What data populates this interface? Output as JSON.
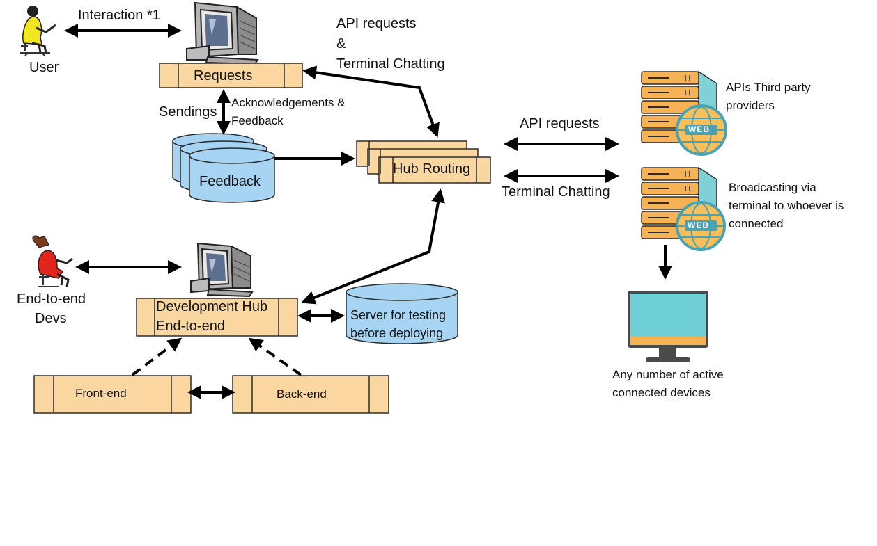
{
  "diagram": {
    "actors": {
      "user": "User",
      "devs_line1": "End-to-end",
      "devs_line2": "Devs"
    },
    "edges": {
      "interaction": "Interaction *1",
      "api_terminal_line1": "API requests",
      "api_terminal_line2": "&",
      "api_terminal_line3": "Terminal Chatting",
      "sendings": "Sendings",
      "ack_line1": "Acknowledgements &",
      "ack_line2": "Feedback",
      "api_requests": "API requests",
      "terminal_chatting": "Terminal Chatting"
    },
    "nodes": {
      "requests": "Requests",
      "feedback": "Feedback",
      "hub_routing": "Hub Routing",
      "dev_hub_line1": "Development Hub",
      "dev_hub_line2": "End-to-end",
      "test_server_line1": "Server for testing",
      "test_server_line2": "before deploying",
      "front_end": "Front-end",
      "back_end": "Back-end",
      "web_badge": "WEB"
    },
    "servers": {
      "api_line1": "APIs Third party",
      "api_line2": "providers",
      "broadcast_line1": "Broadcasting via",
      "broadcast_line2": "terminal to whoever is",
      "broadcast_line3": "connected"
    },
    "devices": {
      "line1": "Any number of active",
      "line2": "connected devices"
    },
    "colors": {
      "box_fill": "#fad7a0",
      "box_stroke": "#2b2b2b",
      "cylinder_fill": "#a6d4f2",
      "server_orange": "#f6b356",
      "server_teal": "#7fd1d6",
      "globe_fill": "#fbbf5a",
      "monitor_screen": "#6ecfd6",
      "monitor_bezel": "#4a4a4a",
      "user_shirt": "#f2e61f",
      "dev_shirt": "#e2261b"
    }
  }
}
